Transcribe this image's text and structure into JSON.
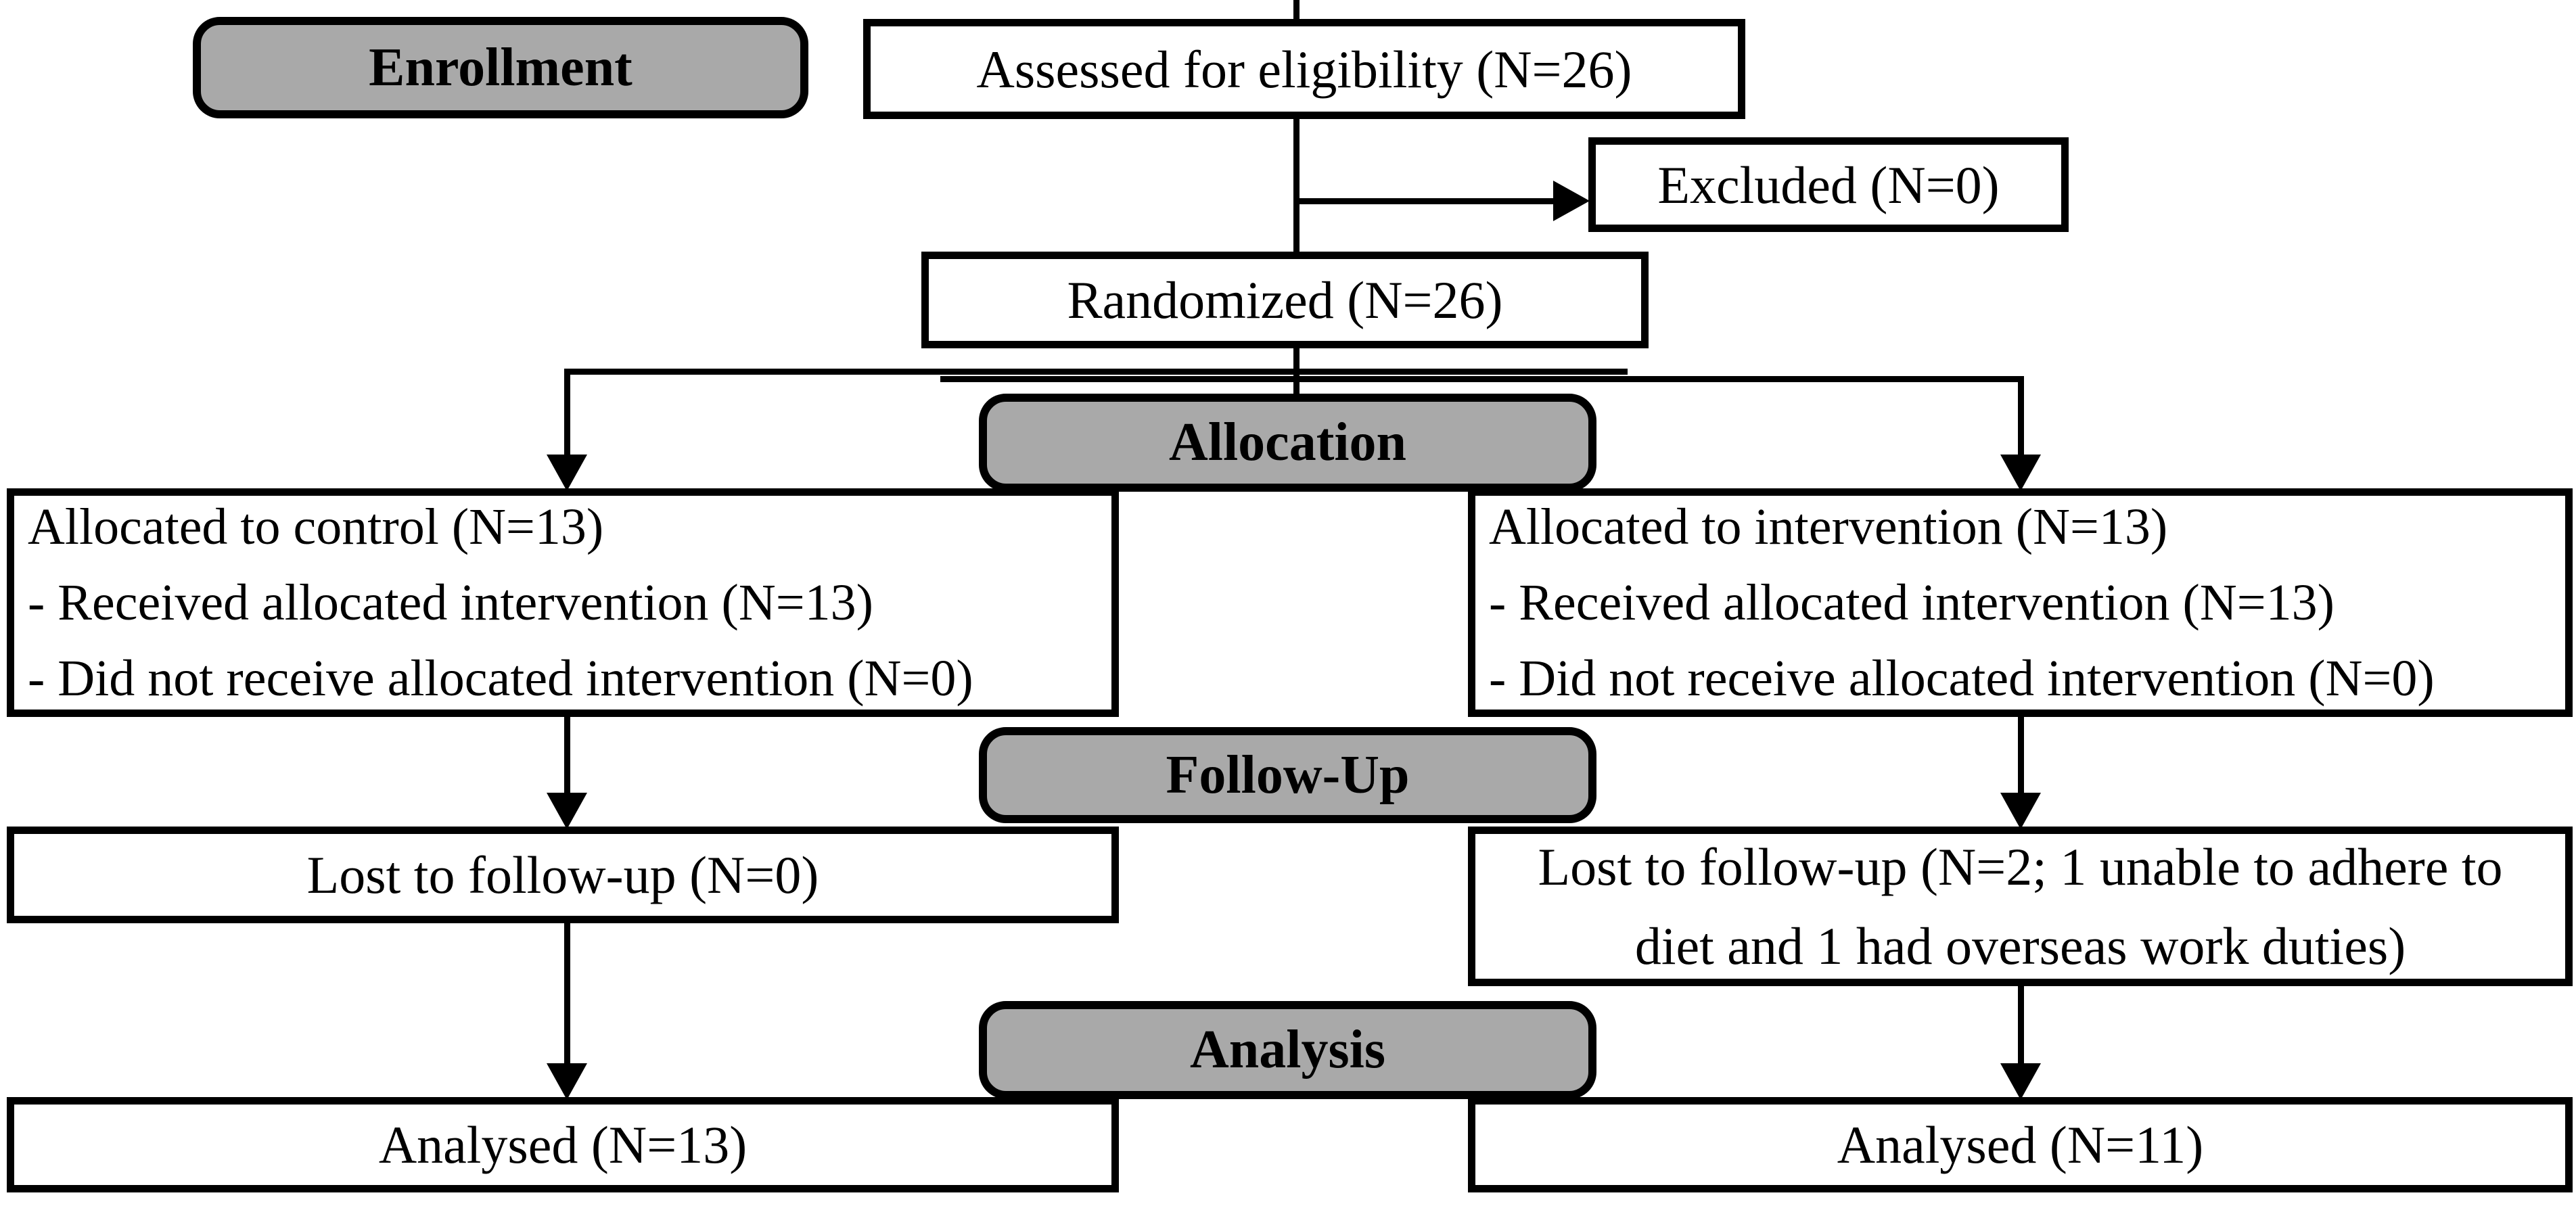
{
  "diagram": {
    "title_implicit": "CONSORT participant flow diagram",
    "stages": {
      "enrollment_label": "Enrollment",
      "allocation_label": "Allocation",
      "followup_label": "Follow-Up",
      "analysis_label": "Analysis"
    },
    "boxes": {
      "assessed": "Assessed for eligibility (N=26)",
      "excluded": "Excluded (N=0)",
      "randomized": "Randomized (N=26)",
      "control_allocation_line1": "Allocated to control (N=13)",
      "control_allocation_line2": "- Received allocated intervention (N=13)",
      "control_allocation_line3": "- Did not receive allocated intervention (N=0)",
      "intervention_allocation_line1": "Allocated to intervention (N=13)",
      "intervention_allocation_line2": "- Received allocated intervention (N=13)",
      "intervention_allocation_line3": "- Did not receive allocated intervention (N=0)",
      "control_lost": "Lost to follow-up (N=0)",
      "intervention_lost_line1": "Lost to follow-up (N=2; 1 unable to adhere to",
      "intervention_lost_line2": "diet and 1 had overseas work duties)",
      "control_analysed": "Analysed (N=13)",
      "intervention_analysed": "Analysed (N=11)"
    },
    "counts": {
      "assessed_n": 26,
      "excluded_n": 0,
      "randomized_n": 26,
      "control_allocated_n": 13,
      "control_received_n": 13,
      "control_not_received_n": 0,
      "intervention_allocated_n": 13,
      "intervention_received_n": 13,
      "intervention_not_received_n": 0,
      "control_lost_n": 0,
      "intervention_lost_n": 2,
      "control_analysed_n": 13,
      "intervention_analysed_n": 11
    },
    "colors": {
      "stage_fill": "#a9a9a9",
      "box_fill": "#ffffff",
      "line": "#000000"
    }
  }
}
